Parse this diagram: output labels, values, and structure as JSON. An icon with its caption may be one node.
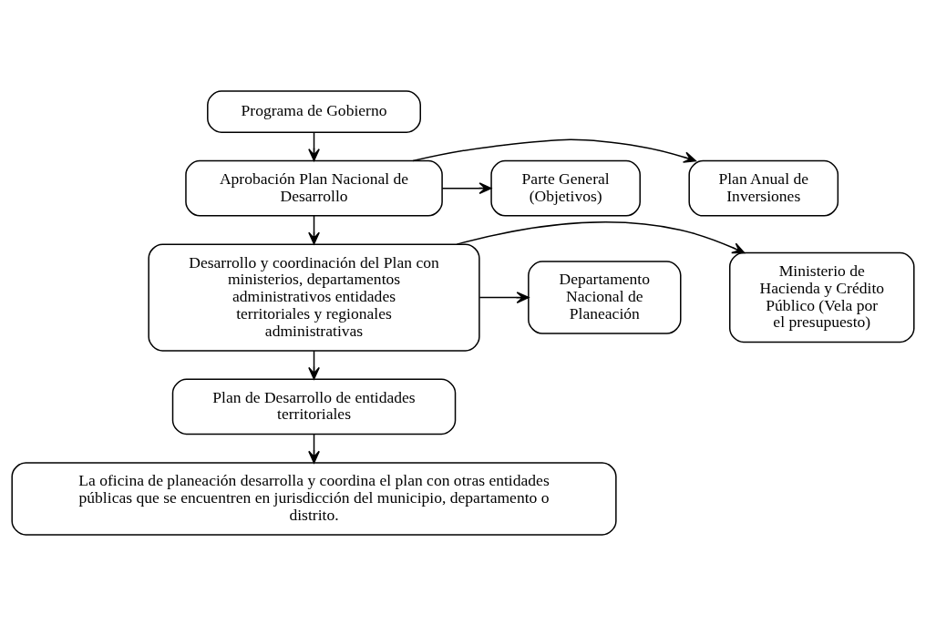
{
  "diagram": {
    "nodes": [
      {
        "text": [
          "Programa de Gobierno"
        ]
      },
      {
        "text": [
          "Parte General (Objetivos)"
        ]
      },
      {
        "text": [
          "Aprobación Plan Nacional de Desarrollo"
        ]
      },
      {
        "text": [
          "Plan Anual de Inversiones"
        ]
      },
      {
        "text": [
          "Departamento Nacional de Planeación"
        ]
      },
      {
        "text": [
          "Desarrollo y coordinación del Plan con ministerios, departamentos administrativos entidades territoriales y regionales administrativas"
        ]
      },
      {
        "text": [
          "Ministerio de Hacienda y Crédito Público (Vela por el presupuesto)"
        ]
      },
      {
        "text": [
          "Plan de Desarrollo de entidades territoriales"
        ]
      },
      {
        "text": [
          "La oficina de planeación desarrolla y coordina el plan con otras entidades públicas que se encuentren en jurisdicción del municipio, departamento o distrito."
        ]
      }
    ],
    "edges": [
      {
        "from": 0,
        "to": 2,
        "arrow": "to"
      },
      {
        "from": 2,
        "to": 1,
        "arrow": "to"
      },
      {
        "from": 2,
        "to": 3,
        "arrow": "to"
      },
      {
        "from": 2,
        "to": 5,
        "arrow": "to"
      },
      {
        "from": 5,
        "to": 4,
        "arrow": "to"
      },
      {
        "from": 5,
        "to": 6,
        "arrow": "to"
      },
      {
        "from": 5,
        "to": 7,
        "arrow": "to"
      },
      {
        "from": 7,
        "to": 8,
        "arrow": "to"
      }
    ]
  }
}
